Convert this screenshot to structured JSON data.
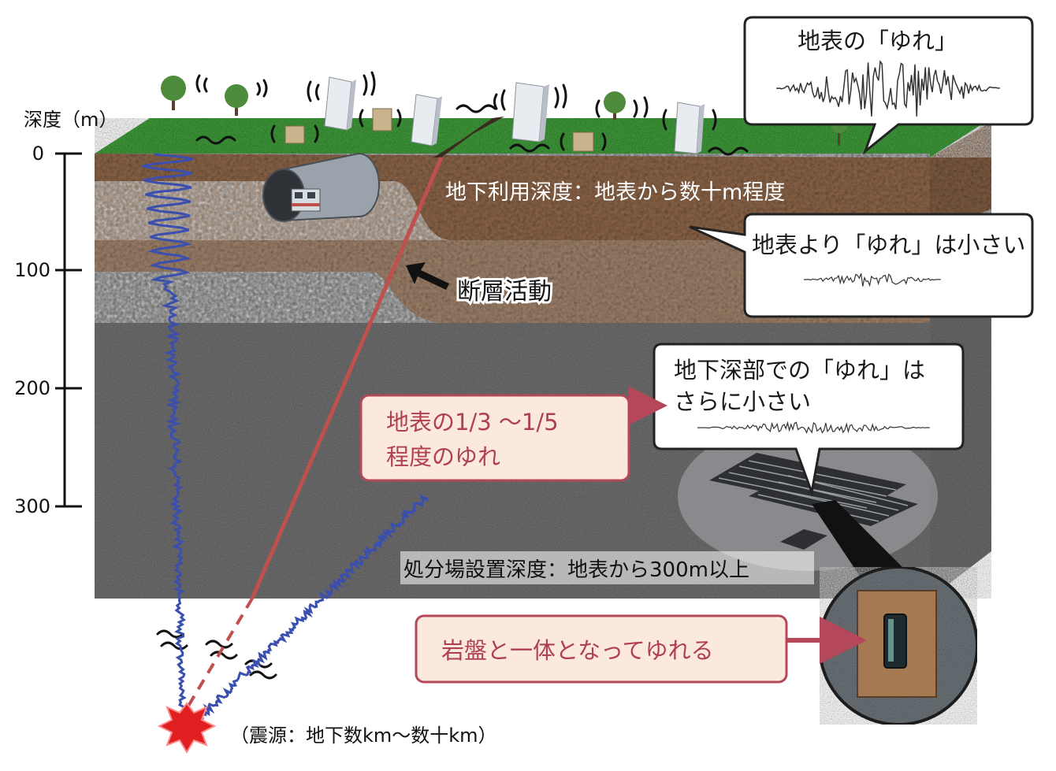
{
  "depth_axis": {
    "title": "深度（m）",
    "ticks": [
      "0",
      "100",
      "200",
      "300"
    ]
  },
  "labels": {
    "underground_use": "地下利用深度：地表から数十m程度",
    "fault_activity": "断層活動",
    "repository_depth": "処分場設置深度：地表から300m以上",
    "hypocenter": "（震源：地下数km～数十km）"
  },
  "callouts": {
    "surface": "地表の「ゆれ」",
    "shallow": "地表より「ゆれ」は小さい",
    "deep_line1": "地下深部での「ゆれ」は",
    "deep_line2": "さらに小さい"
  },
  "notes": {
    "ratio_line1": "地表の1/3 ～1/5",
    "ratio_line2": "程度のゆれ",
    "bedrock": "岩盤と一体となってゆれる"
  },
  "colors": {
    "grass": "#3f9a3a",
    "topsoil": "#8a6448",
    "sediment": "#9c8069",
    "bedrock": "#6f6f70",
    "fault": "#c0504d",
    "seismic_wave": "#3a4fae",
    "note_fill": "#fbe9de",
    "note_border": "#b5475a"
  },
  "icons": [
    "tree-icon",
    "building-icon",
    "train-tunnel-icon",
    "disposal-facility-icon",
    "waste-canister-icon",
    "hypocenter-burst-icon",
    "arrow-icon"
  ]
}
